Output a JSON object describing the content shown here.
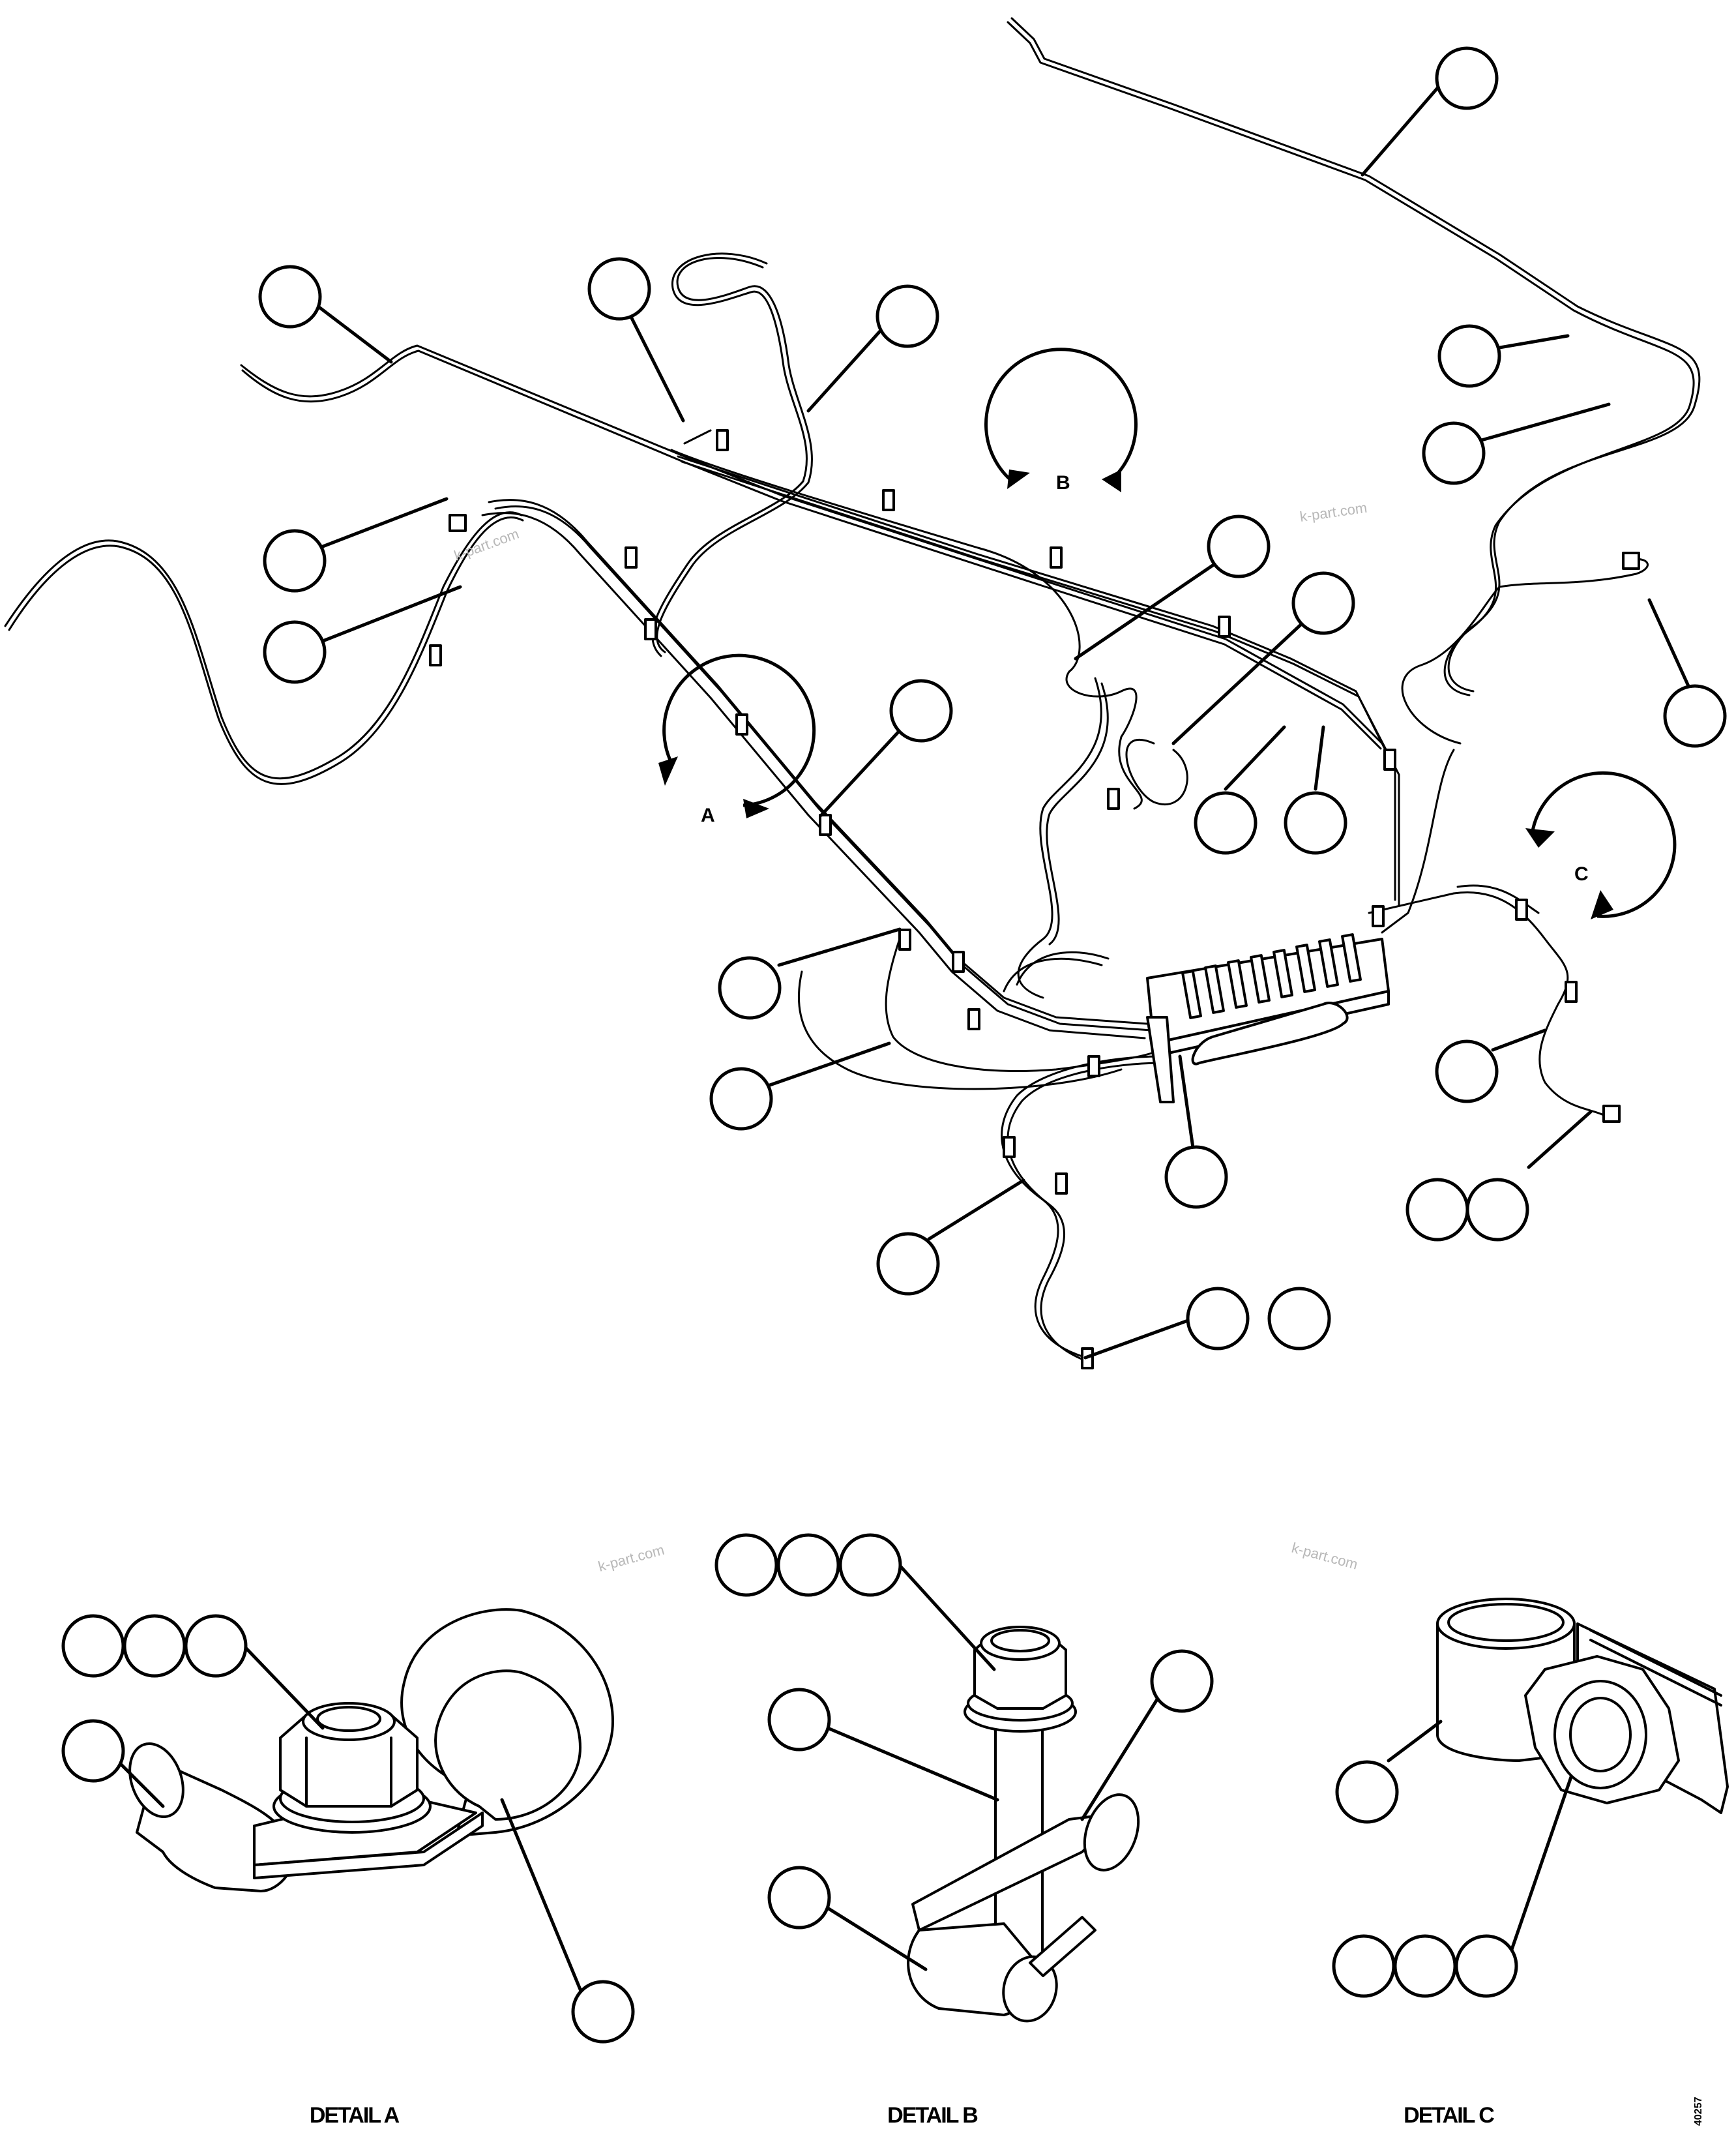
{
  "detail_markers": [
    {
      "id": "A",
      "label": "A"
    },
    {
      "id": "B",
      "label": "B"
    },
    {
      "id": "C",
      "label": "C"
    }
  ],
  "detail_captions": [
    {
      "id": "A",
      "text": "DETAIL A"
    },
    {
      "id": "B",
      "text": "DETAIL B"
    },
    {
      "id": "C",
      "text": "DETAIL C"
    }
  ],
  "watermarks": [
    "k-part.com",
    "k-part.com",
    "k-part.com",
    "k-part.com"
  ],
  "document_number": "40257"
}
